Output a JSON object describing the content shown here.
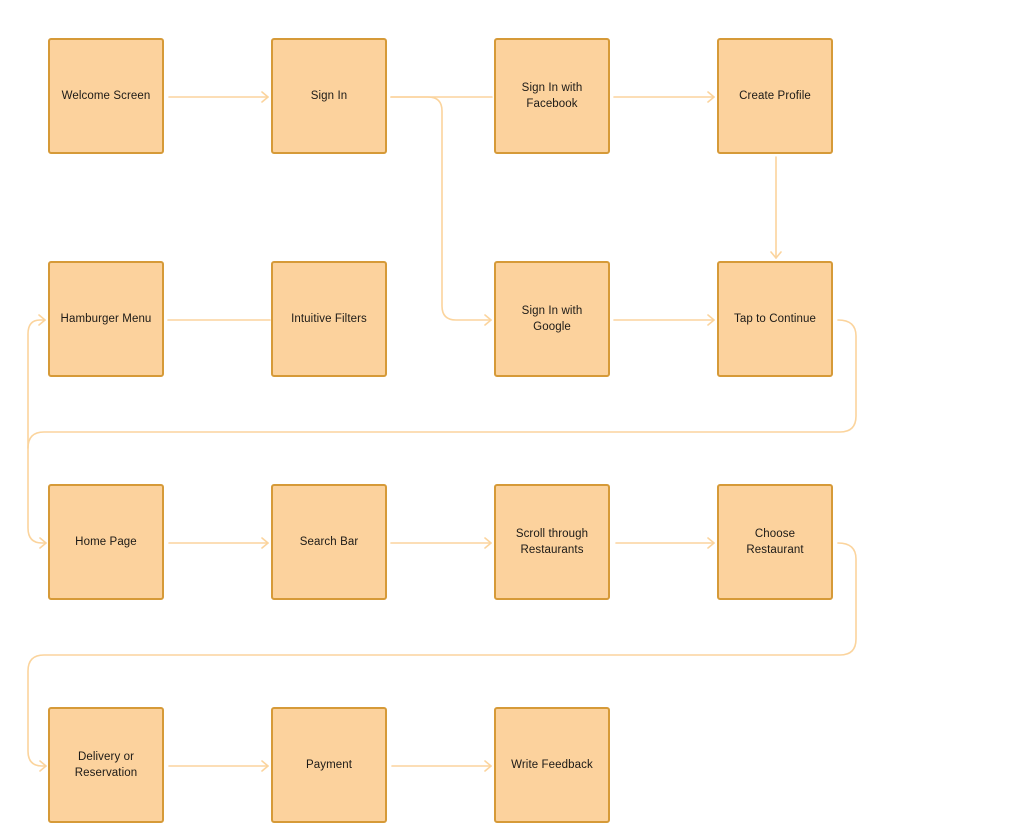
{
  "colors": {
    "node_fill": "#fcd29d",
    "node_border": "#d69a38",
    "connector": "#fbd49d",
    "text": "#1c1a17"
  },
  "nodes": {
    "welcome_screen": "Welcome Screen",
    "sign_in": "Sign In",
    "sign_in_facebook": "Sign In with Facebook",
    "create_profile": "Create Profile",
    "hamburger_menu": "Hamburger Menu",
    "intuitive_filters": "Intuitive Filters",
    "sign_in_google": "Sign In with Google",
    "tap_to_continue": "Tap to Continue",
    "home_page": "Home Page",
    "search_bar": "Search Bar",
    "scroll_restaurants": "Scroll through Restaurants",
    "choose_restaurant": "Choose Restaurant",
    "delivery_reservation": "Delivery or Reservation",
    "payment": "Payment",
    "write_feedback": "Write Feedback"
  },
  "edges": [
    {
      "from": "welcome_screen",
      "to": "sign_in"
    },
    {
      "from": "sign_in",
      "to": "sign_in_facebook"
    },
    {
      "from": "sign_in",
      "to": "sign_in_google"
    },
    {
      "from": "sign_in_facebook",
      "to": "create_profile"
    },
    {
      "from": "create_profile",
      "to": "tap_to_continue"
    },
    {
      "from": "sign_in_google",
      "to": "tap_to_continue"
    },
    {
      "from": "tap_to_continue",
      "to": "home_page"
    },
    {
      "from": "home_page",
      "to": "hamburger_menu"
    },
    {
      "from": "hamburger_menu",
      "to": "intuitive_filters"
    },
    {
      "from": "home_page",
      "to": "search_bar"
    },
    {
      "from": "search_bar",
      "to": "scroll_restaurants"
    },
    {
      "from": "scroll_restaurants",
      "to": "choose_restaurant"
    },
    {
      "from": "choose_restaurant",
      "to": "delivery_reservation"
    },
    {
      "from": "delivery_reservation",
      "to": "payment"
    },
    {
      "from": "payment",
      "to": "write_feedback"
    }
  ]
}
